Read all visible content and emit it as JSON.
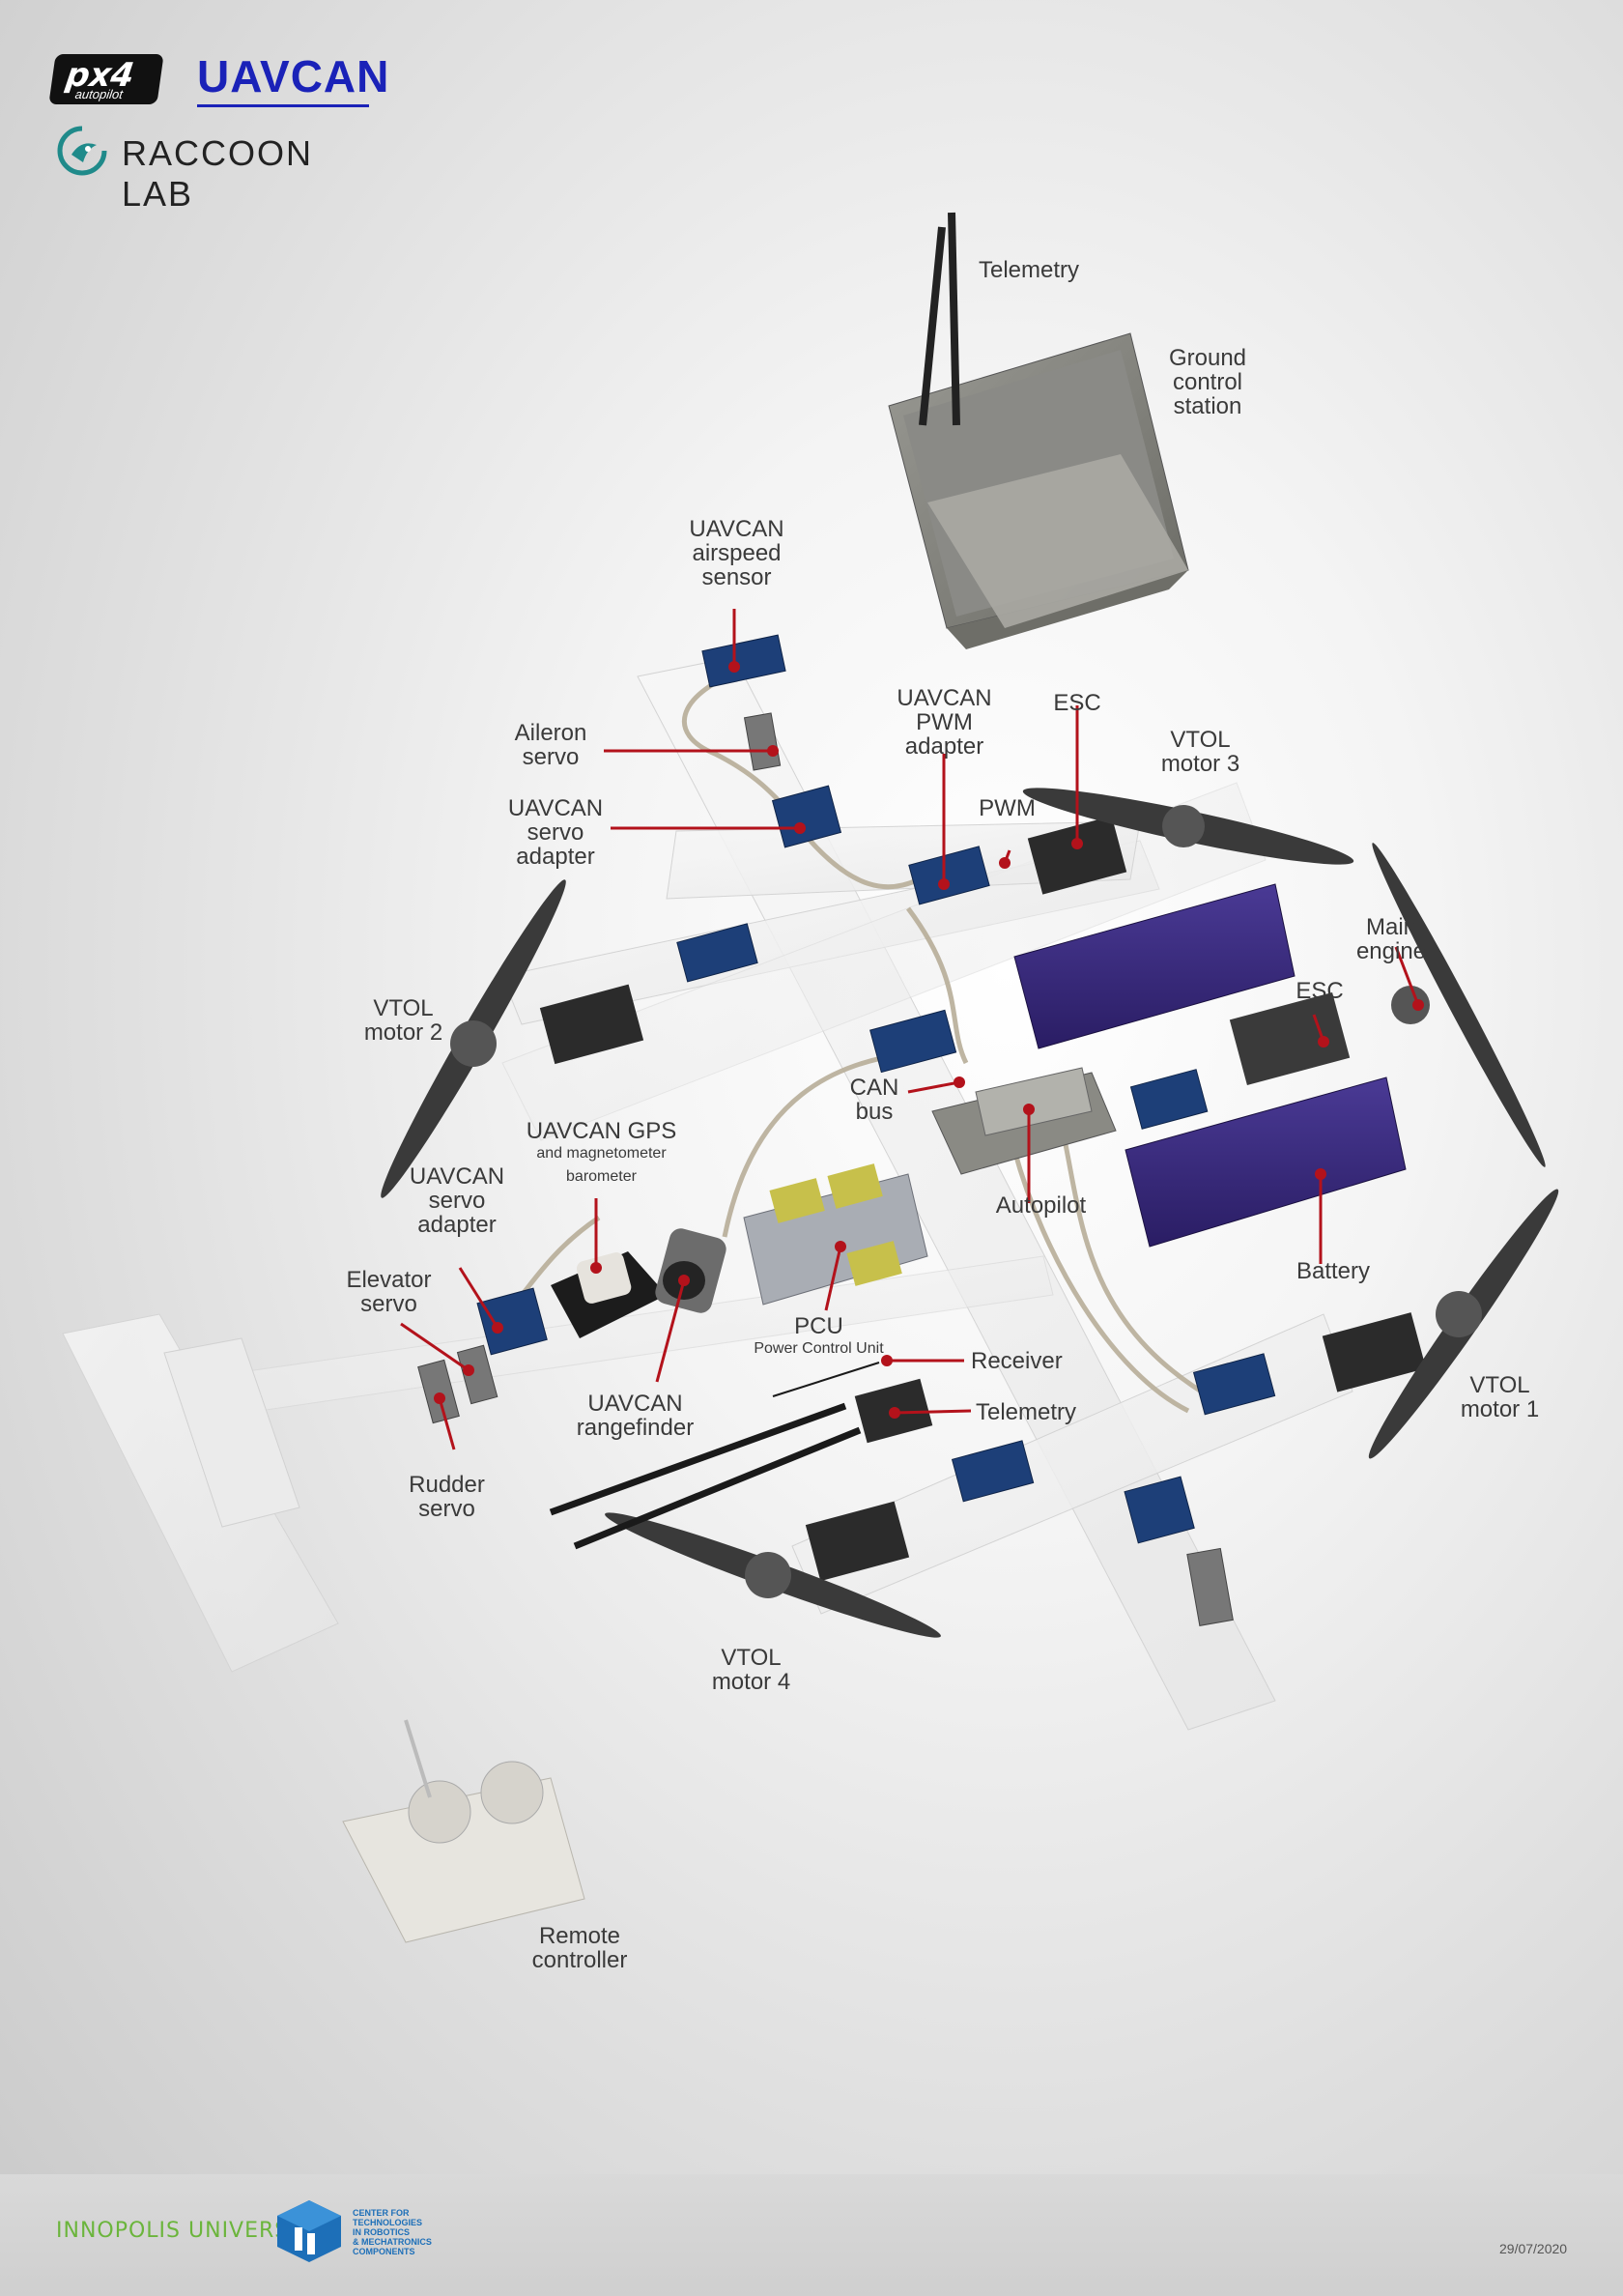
{
  "logos": {
    "px4_main": "px4",
    "px4_sub": "autopilot",
    "uavcan": "UAVCAN",
    "raccoon": "RACCOON LAB",
    "innopolis": "INNOPOLIS UNIVERSITY",
    "center_lines": [
      "CENTER FOR",
      "TECHNOLOGIES",
      "IN ROBOTICS",
      "& MECHATRONICS",
      "COMPONENTS"
    ]
  },
  "labels": {
    "telemetry_top": "Telemetry",
    "ground_control": "Ground\ncontrol\nstation",
    "airspeed": "UAVCAN\nairspeed\nsensor",
    "aileron": "Aileron\nservo",
    "servo_adapter_top": "UAVCAN\nservo\nadapter",
    "pwm_adapter": "UAVCAN\nPWM\nadapter",
    "esc_top": "ESC",
    "pwm": "PWM",
    "vtol3": "VTOL\nmotor 3",
    "main_engine": "Main\nengine",
    "esc_right": "ESC",
    "vtol2": "VTOL\nmotor 2",
    "can_bus": "CAN\nbus",
    "gps": "UAVCAN GPS",
    "gps_sub1": "and magnetometer",
    "gps_sub2": "barometer",
    "servo_adapter_left": "UAVCAN\nservo\nadapter",
    "autopilot": "Autopilot",
    "battery": "Battery",
    "elevator": "Elevator\nservo",
    "pcu": "PCU",
    "pcu_sub": "Power Control Unit",
    "receiver": "Receiver",
    "telemetry_mid": "Telemetry",
    "rangefinder": "UAVCAN\nrangefinder",
    "vtol1": "VTOL\nmotor 1",
    "rudder": "Rudder\nservo",
    "vtol4": "VTOL\nmotor 4",
    "remote": "Remote\ncontroller"
  },
  "date": "29/07/2020",
  "colors": {
    "leader": "#b3121b",
    "battery": "#3a2a7a",
    "pcb": "#1d3f78",
    "uavcan_blue": "#1a22b8",
    "raccoon_teal": "#1f8a8a"
  }
}
